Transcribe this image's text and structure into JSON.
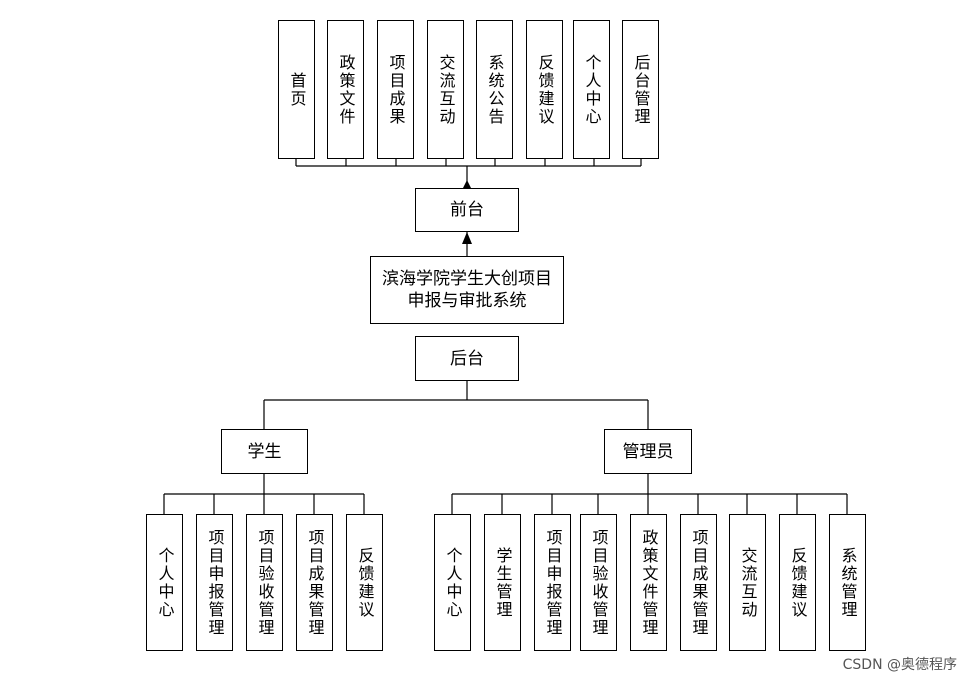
{
  "system": {
    "title": "滨海学院学生大创项目申报与审批系统"
  },
  "frontend": {
    "label": "前台",
    "modules": [
      "首页",
      "政策文件",
      "项目成果",
      "交流互动",
      "系统公告",
      "反馈建议",
      "个人中心",
      "后台管理"
    ]
  },
  "backend": {
    "label": "后台",
    "student": {
      "label": "学生",
      "modules": [
        "个人中心",
        "项目申报管理",
        "项目验收管理",
        "项目成果管理",
        "反馈建议"
      ]
    },
    "admin": {
      "label": "管理员",
      "modules": [
        "个人中心",
        "学生管理",
        "项目申报管理",
        "项目验收管理",
        "政策文件管理",
        "项目成果管理",
        "交流互动",
        "反馈建议",
        "系统管理"
      ]
    }
  },
  "watermark": "CSDN @奥德程序"
}
